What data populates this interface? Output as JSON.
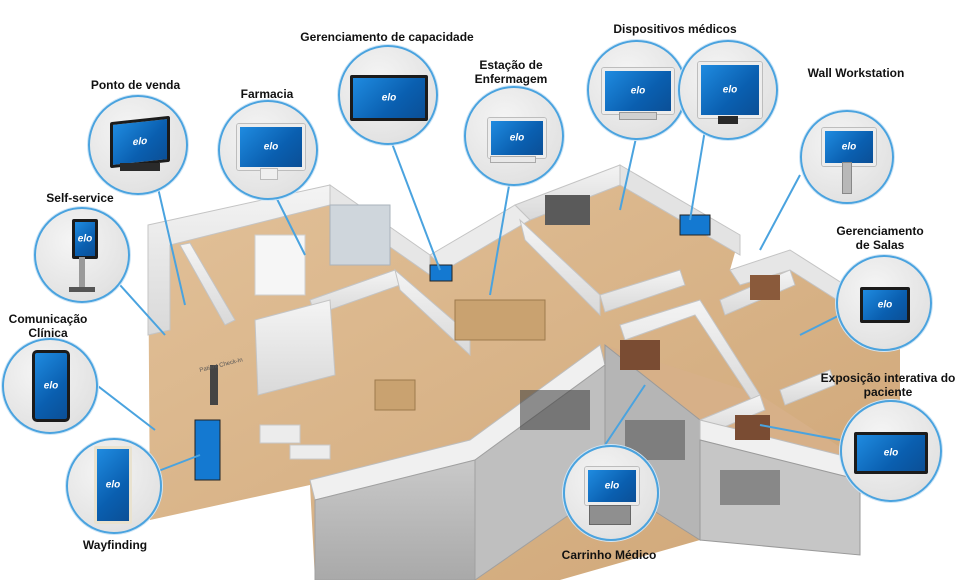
{
  "labels": {
    "gerenciamento_capacidade": "Gerenciamento de capacidade",
    "dispositivos_medicos": "Dispositivos médicos",
    "ponto_de_venda": "Ponto de venda",
    "farmacia": "Farmacia",
    "estacao_enfermagem": "Estação de\nEnfermagem",
    "wall_workstation": "Wall Workstation",
    "self_service": "Self-service",
    "gerenciamento_salas": "Gerenciamento\nde Salas",
    "comunicacao_clinica": "Comunicação\nClínica",
    "exposicao_paciente": "Exposição interativa do\npaciente",
    "wayfinding": "Wayfinding",
    "carrinho_medico": "Carrinho Médico"
  },
  "brand": {
    "logo": "elo"
  },
  "floor_sign": "Patient Check-In",
  "colors": {
    "callout_line": "#4aa3df",
    "screen_blue": "#1479d1",
    "floor": "#d9b48a",
    "wall": "#ededed",
    "bubble_border": "#4aa3df"
  }
}
